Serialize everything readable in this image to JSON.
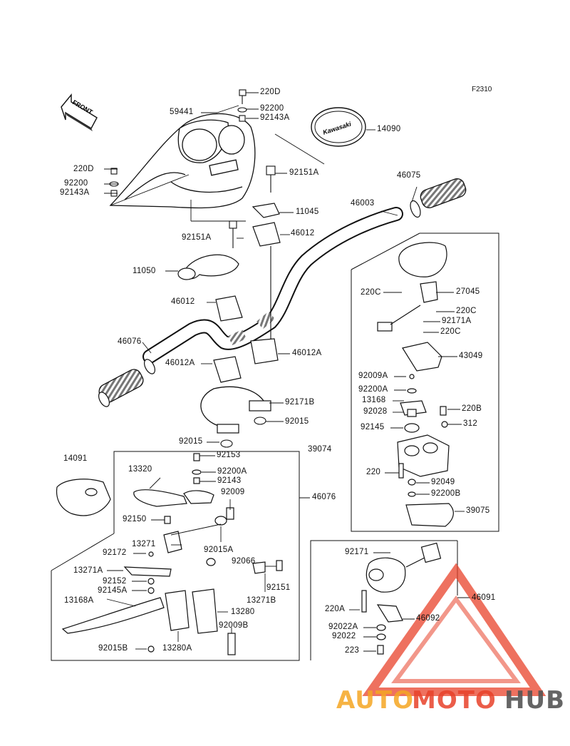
{
  "ref_code": "F2310",
  "front_arrow_label": "FRONT",
  "emblem_text": "Kawasaki",
  "watermark": {
    "part1": "AUTO",
    "part2": "MOTO",
    "part3": "HUB",
    "color1": "#f5a623",
    "color2": "#e8412a",
    "color3": "#555555"
  },
  "labels": [
    "220D",
    "92200",
    "92143A",
    "59441",
    "14090",
    "220D",
    "92200",
    "92143A",
    "92151A",
    "11045",
    "46003",
    "46075",
    "92151A",
    "46012",
    "11050",
    "46012",
    "46076",
    "46012A",
    "46012A",
    "92171B",
    "92015",
    "92015",
    "39074",
    "27045",
    "220C",
    "220C",
    "92171A",
    "220C",
    "43049",
    "92009A",
    "92200A",
    "13168",
    "92028",
    "220B",
    "92145",
    "312",
    "220",
    "92049",
    "92200B",
    "39075",
    "14091",
    "13320",
    "92153",
    "92200A",
    "92143",
    "92009",
    "46076",
    "92150",
    "13271",
    "92172",
    "92015A",
    "92066",
    "13271A",
    "92152",
    "92145A",
    "92151",
    "13271B",
    "13168A",
    "13280",
    "92009B",
    "92015B",
    "13280A",
    "92171",
    "46091",
    "220A",
    "46092",
    "92022A",
    "92022",
    "223"
  ]
}
